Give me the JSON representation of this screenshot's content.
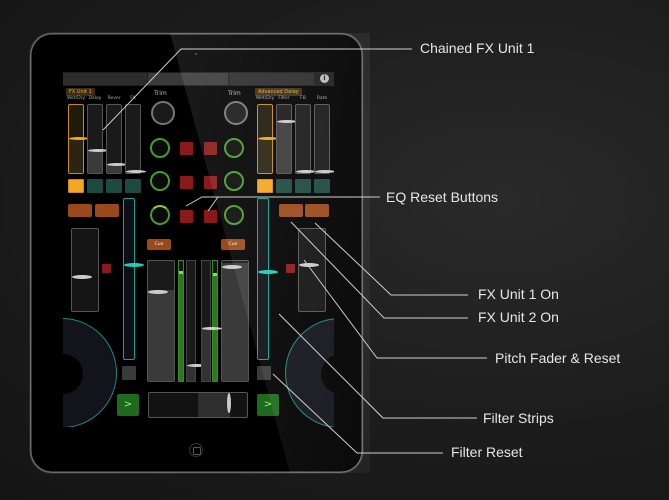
{
  "topbar": {
    "info_icon": "info-icon",
    "info_glyph": "i"
  },
  "fx_left": {
    "title": "FX Unit 1",
    "labels": [
      "Wet/Dry",
      "Delay",
      "Rever",
      "Flt"
    ],
    "values": [
      0.5,
      0.33,
      0.12,
      0.02
    ],
    "pads_on": [
      true,
      false,
      false,
      false
    ]
  },
  "fx_right": {
    "title": "Advanced Delay",
    "labels": [
      "Wet/Dry",
      "Filter",
      "FB",
      "Rate"
    ],
    "values": [
      0.5,
      0.75,
      0.02,
      0.02
    ],
    "pads_on": [
      true,
      false,
      false,
      false
    ]
  },
  "mixer": {
    "trim_left_label": "Trim",
    "trim_right_label": "Trim",
    "cue_left": "Cue",
    "cue_right": "Cue",
    "channel_left_fader": 0.76,
    "channel_right_fader": 0.98,
    "meter_left": 0.92,
    "meter_right": 0.9,
    "eq_fader_left": 0.12,
    "eq_fader_right": 0.45,
    "crossfader": 0.83
  },
  "deck_left": {
    "filter": 0.6,
    "pitch": 0.42,
    "play_glyph": ">"
  },
  "deck_right": {
    "filter": 0.55,
    "pitch": 0.58,
    "play_glyph": ">"
  },
  "callouts": {
    "chained_fx": "Chained FX Unit 1",
    "eq_reset": "EQ Reset Buttons",
    "fx1_on": "FX Unit 1 On",
    "fx2_on": "FX Unit 2 On",
    "pitch_fader": "Pitch Fader & Reset",
    "filter_strips": "Filter Strips",
    "filter_reset": "Filter Reset"
  },
  "colors": {
    "accent_amber": "#f5a623",
    "teal": "#1ad0b8",
    "green": "#4a9a2a",
    "red": "#8a1a1a",
    "orange": "#9a4a1a"
  }
}
